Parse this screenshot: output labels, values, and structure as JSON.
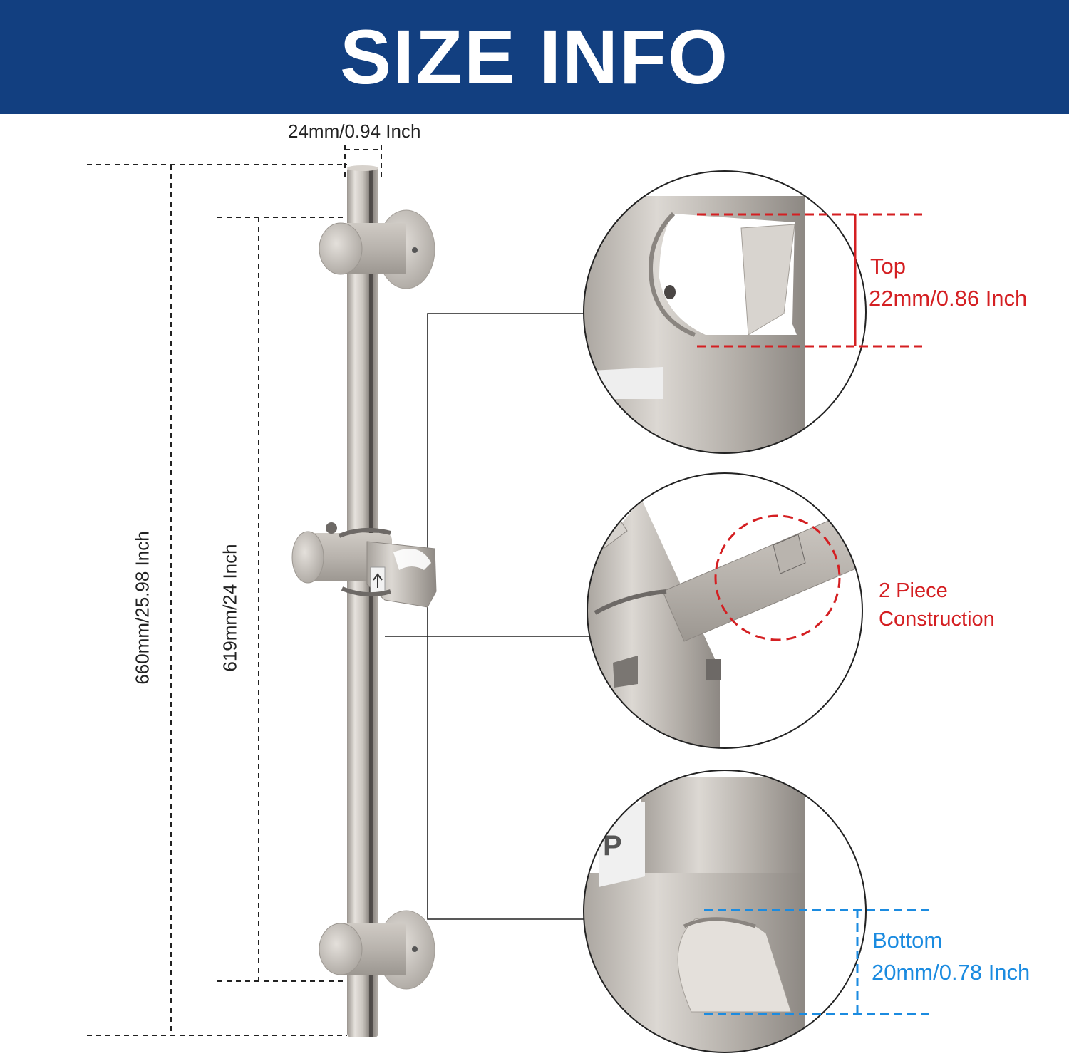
{
  "header": {
    "title": "SIZE INFO",
    "background_color": "#123f80",
    "text_color": "#ffffff"
  },
  "dimensions": {
    "width_label": "24mm/0.94 Inch",
    "total_length_label": "660mm/25.98 Inch",
    "mount_distance_label": "619mm/24 Inch"
  },
  "callouts": {
    "top": {
      "title": "Top",
      "size": "22mm/0.86 Inch",
      "color": "#d41f22"
    },
    "middle": {
      "line1": "2 Piece",
      "line2": "Construction",
      "color": "#d41f22"
    },
    "bottom": {
      "title": "Bottom",
      "size": "20mm/0.78 Inch",
      "color": "#1b8be0"
    }
  },
  "colors": {
    "metal": "#c8c3bd",
    "metal_dark": "#8f8a85",
    "dim_line": "#222222"
  }
}
